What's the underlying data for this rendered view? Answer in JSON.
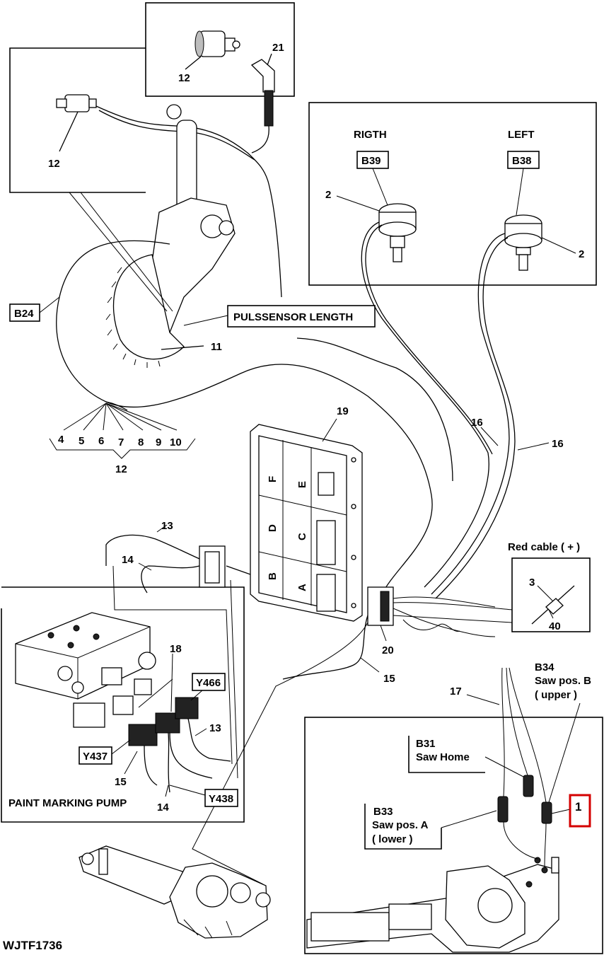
{
  "drawing_id": "WJTF1736",
  "labels": {
    "rigth": "RIGTH",
    "left": "LEFT",
    "b39": "B39",
    "b38": "B38",
    "b24": "B24",
    "pulssensor": "PULSSENSOR LENGTH",
    "red_cable": "Red cable ( + )",
    "b34_code": "B34",
    "b34_line1": "Saw pos. B",
    "b34_line2": "( upper )",
    "b31_code": "B31",
    "b31_line1": "Saw Home",
    "b33_code": "B33",
    "b33_line1": "Saw pos. A",
    "b33_line2": "( lower )",
    "y466": "Y466",
    "y437": "Y437",
    "y438": "Y438",
    "paint_marking_pump": "PAINT MARKING PUMP",
    "highlight_1": "1"
  },
  "ecu_slots": [
    "F",
    "E",
    "D",
    "C",
    "B",
    "A"
  ],
  "callouts": {
    "c12_top": "12",
    "c21": "21",
    "c12_left": "12",
    "c2_right_sensor": "2",
    "c2_left_sensor": "2",
    "c11": "11",
    "c4": "4",
    "c5": "5",
    "c6": "6",
    "c7": "7",
    "c8": "8",
    "c9": "9",
    "c10": "10",
    "c12_bottom": "12",
    "c19": "19",
    "c16_a": "16",
    "c16_b": "16",
    "c13": "13",
    "c14": "14",
    "c3": "3",
    "c40": "40",
    "c20": "20",
    "c15": "15",
    "c17": "17",
    "c18": "18",
    "c13_pump": "13",
    "c15_pump": "15",
    "c14_pump": "14"
  },
  "highlight_color": "#d40000"
}
